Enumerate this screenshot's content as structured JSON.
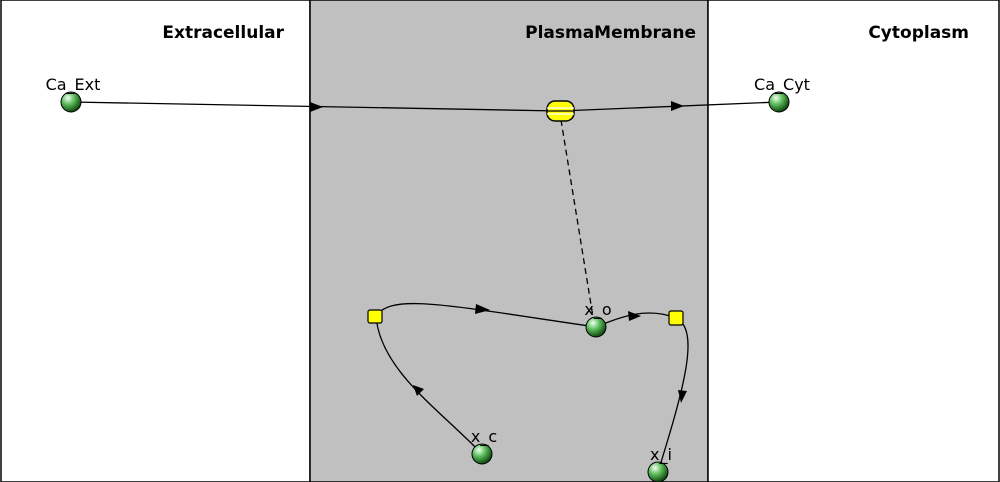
{
  "compartments": {
    "extracellular": {
      "label": "Extracellular"
    },
    "membrane": {
      "label": "PlasmaMembrane",
      "fill": "#c0c0c0"
    },
    "cytoplasm": {
      "label": "Cytoplasm"
    }
  },
  "species": {
    "ca_ext": {
      "label": "Ca_Ext"
    },
    "ca_cyt": {
      "label": "Ca_Cyt"
    },
    "x_o": {
      "label": "x_o"
    },
    "x_c": {
      "label": "x_c"
    },
    "x_i": {
      "label": "x_i"
    }
  },
  "colors": {
    "species_fill": "#2e8b2e",
    "reaction_fill": "#ffff00",
    "edge": "#000000"
  }
}
